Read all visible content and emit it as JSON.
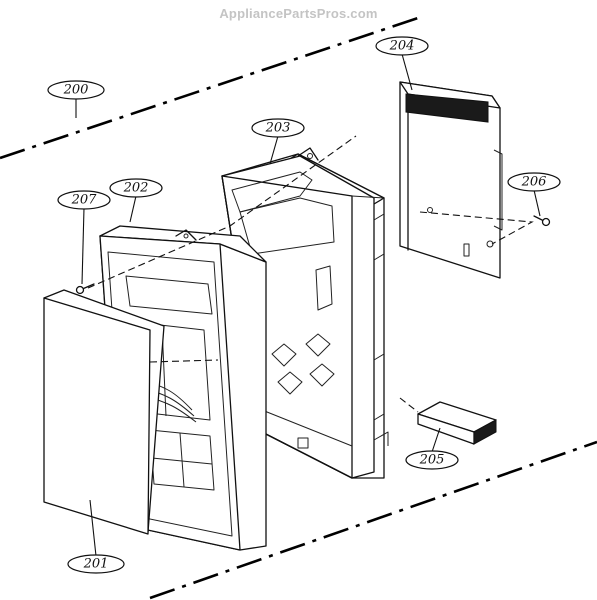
{
  "watermark": "AppliancePartsPros.com",
  "callouts": [
    {
      "id": "200",
      "label": "200"
    },
    {
      "id": "201",
      "label": "201"
    },
    {
      "id": "202",
      "label": "202"
    },
    {
      "id": "203",
      "label": "203"
    },
    {
      "id": "204",
      "label": "204"
    },
    {
      "id": "205",
      "label": "205"
    },
    {
      "id": "206",
      "label": "206"
    },
    {
      "id": "207",
      "label": "207"
    }
  ]
}
